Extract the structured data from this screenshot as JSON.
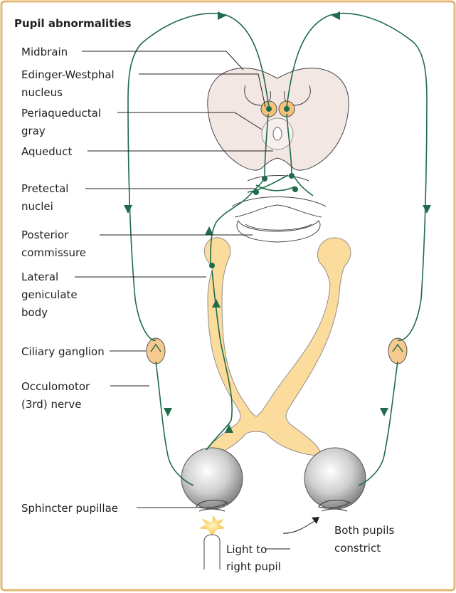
{
  "title": "Pupil abnormalities",
  "labels": {
    "midbrain": "Midbrain",
    "edinger_line1": "Edinger-Westphal",
    "edinger_line2": "nucleus",
    "periaq_line1": "Periaqueductal",
    "periaq_line2": "gray",
    "aqueduct": "Aqueduct",
    "pretectal_line1": "Pretectal",
    "pretectal_line2": "nuclei",
    "posterior_line1": "Posterior",
    "posterior_line2": "commissure",
    "lgb_line1": "Lateral",
    "lgb_line2": "geniculate",
    "lgb_line3": "body",
    "ciliary": "Ciliary ganglion",
    "oculo_line1": "Occulomotor",
    "oculo_line2": "(3rd) nerve",
    "sphincter": "Sphincter pupillae",
    "light_line1": "Light to",
    "light_line2": "right pupil",
    "both_line1": "Both pupils",
    "both_line2": "constrict"
  },
  "colors": {
    "nerve": "#1f6b4a",
    "frame": "#e3b876",
    "midbrain": "#f3e7e3",
    "tract": "#fbdc9c",
    "nucleus": "#f4c27a",
    "ganglion": "#f6c98e",
    "text": "#231f20"
  }
}
